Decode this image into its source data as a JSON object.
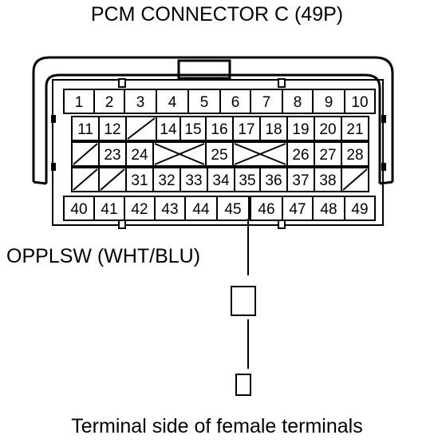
{
  "title": "PCM CONNECTOR C (49P)",
  "caption": "Terminal side of female terminals",
  "signal_label": "OPPLSW (WHT/BLU)",
  "connector": {
    "rows": [
      [
        "1",
        "2",
        "3",
        "4",
        "5",
        "6",
        "7",
        "8",
        "9",
        "10"
      ],
      [
        "11",
        "12",
        "/",
        "14",
        "15",
        "16",
        "17",
        "18",
        "19",
        "20",
        "21"
      ],
      [
        "/",
        "23",
        "24",
        "X",
        "25",
        "X",
        "26",
        "27",
        "28"
      ],
      [
        "/",
        "/",
        "31",
        "32",
        "33",
        "34",
        "35",
        "36",
        "37",
        "38",
        "/"
      ],
      [
        "40",
        "41",
        "42",
        "43",
        "44",
        "45",
        "46",
        "47",
        "48",
        "49"
      ]
    ],
    "highlighted_terminal": "45"
  }
}
